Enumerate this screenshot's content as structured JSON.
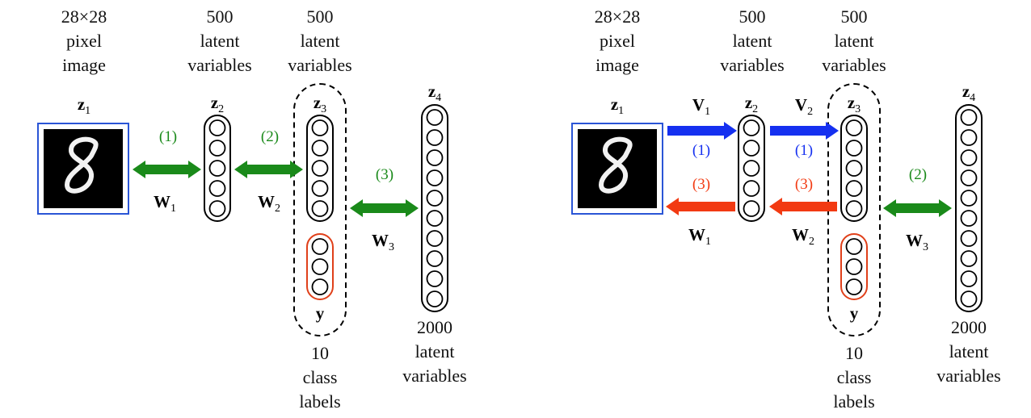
{
  "colors": {
    "green": "#1a8a1a",
    "blue": "#1530f0",
    "red": "#f23a12",
    "red_outline": "#e0401a",
    "image_frame": "#2a55d6"
  },
  "left_panel": {
    "image_caption": [
      "28×28",
      "pixel",
      "image"
    ],
    "z2_caption": [
      "500",
      "latent",
      "variables"
    ],
    "z3_caption": [
      "500",
      "latent",
      "variables"
    ],
    "labels_caption": [
      "10",
      "class",
      "labels"
    ],
    "z4_caption": [
      "2000",
      "latent",
      "variables"
    ],
    "z1": {
      "base": "z",
      "sub": "1"
    },
    "z2": {
      "base": "z",
      "sub": "2"
    },
    "z3": {
      "base": "z",
      "sub": "3"
    },
    "z4": {
      "base": "z",
      "sub": "4"
    },
    "y": "y",
    "step1": "(1)",
    "step2": "(2)",
    "step3": "(3)",
    "w1": {
      "base": "W",
      "sub": "1"
    },
    "w2": {
      "base": "W",
      "sub": "2"
    },
    "w3": {
      "base": "W",
      "sub": "3"
    }
  },
  "right_panel": {
    "image_caption": [
      "28×28",
      "pixel",
      "image"
    ],
    "z2_caption": [
      "500",
      "latent",
      "variables"
    ],
    "z3_caption": [
      "500",
      "latent",
      "variables"
    ],
    "labels_caption": [
      "10",
      "class",
      "labels"
    ],
    "z4_caption": [
      "2000",
      "latent",
      "variables"
    ],
    "z1": {
      "base": "z",
      "sub": "1"
    },
    "z2": {
      "base": "z",
      "sub": "2"
    },
    "z3": {
      "base": "z",
      "sub": "3"
    },
    "z4": {
      "base": "z",
      "sub": "4"
    },
    "y": "y",
    "v1": {
      "base": "V",
      "sub": "1"
    },
    "v2": {
      "base": "V",
      "sub": "2"
    },
    "v1_step": "(1)",
    "v2_step": "(1)",
    "w1_step": "(3)",
    "w2_step": "(3)",
    "w3_step": "(2)",
    "w1": {
      "base": "W",
      "sub": "1"
    },
    "w2": {
      "base": "W",
      "sub": "2"
    },
    "w3": {
      "base": "W",
      "sub": "3"
    }
  }
}
